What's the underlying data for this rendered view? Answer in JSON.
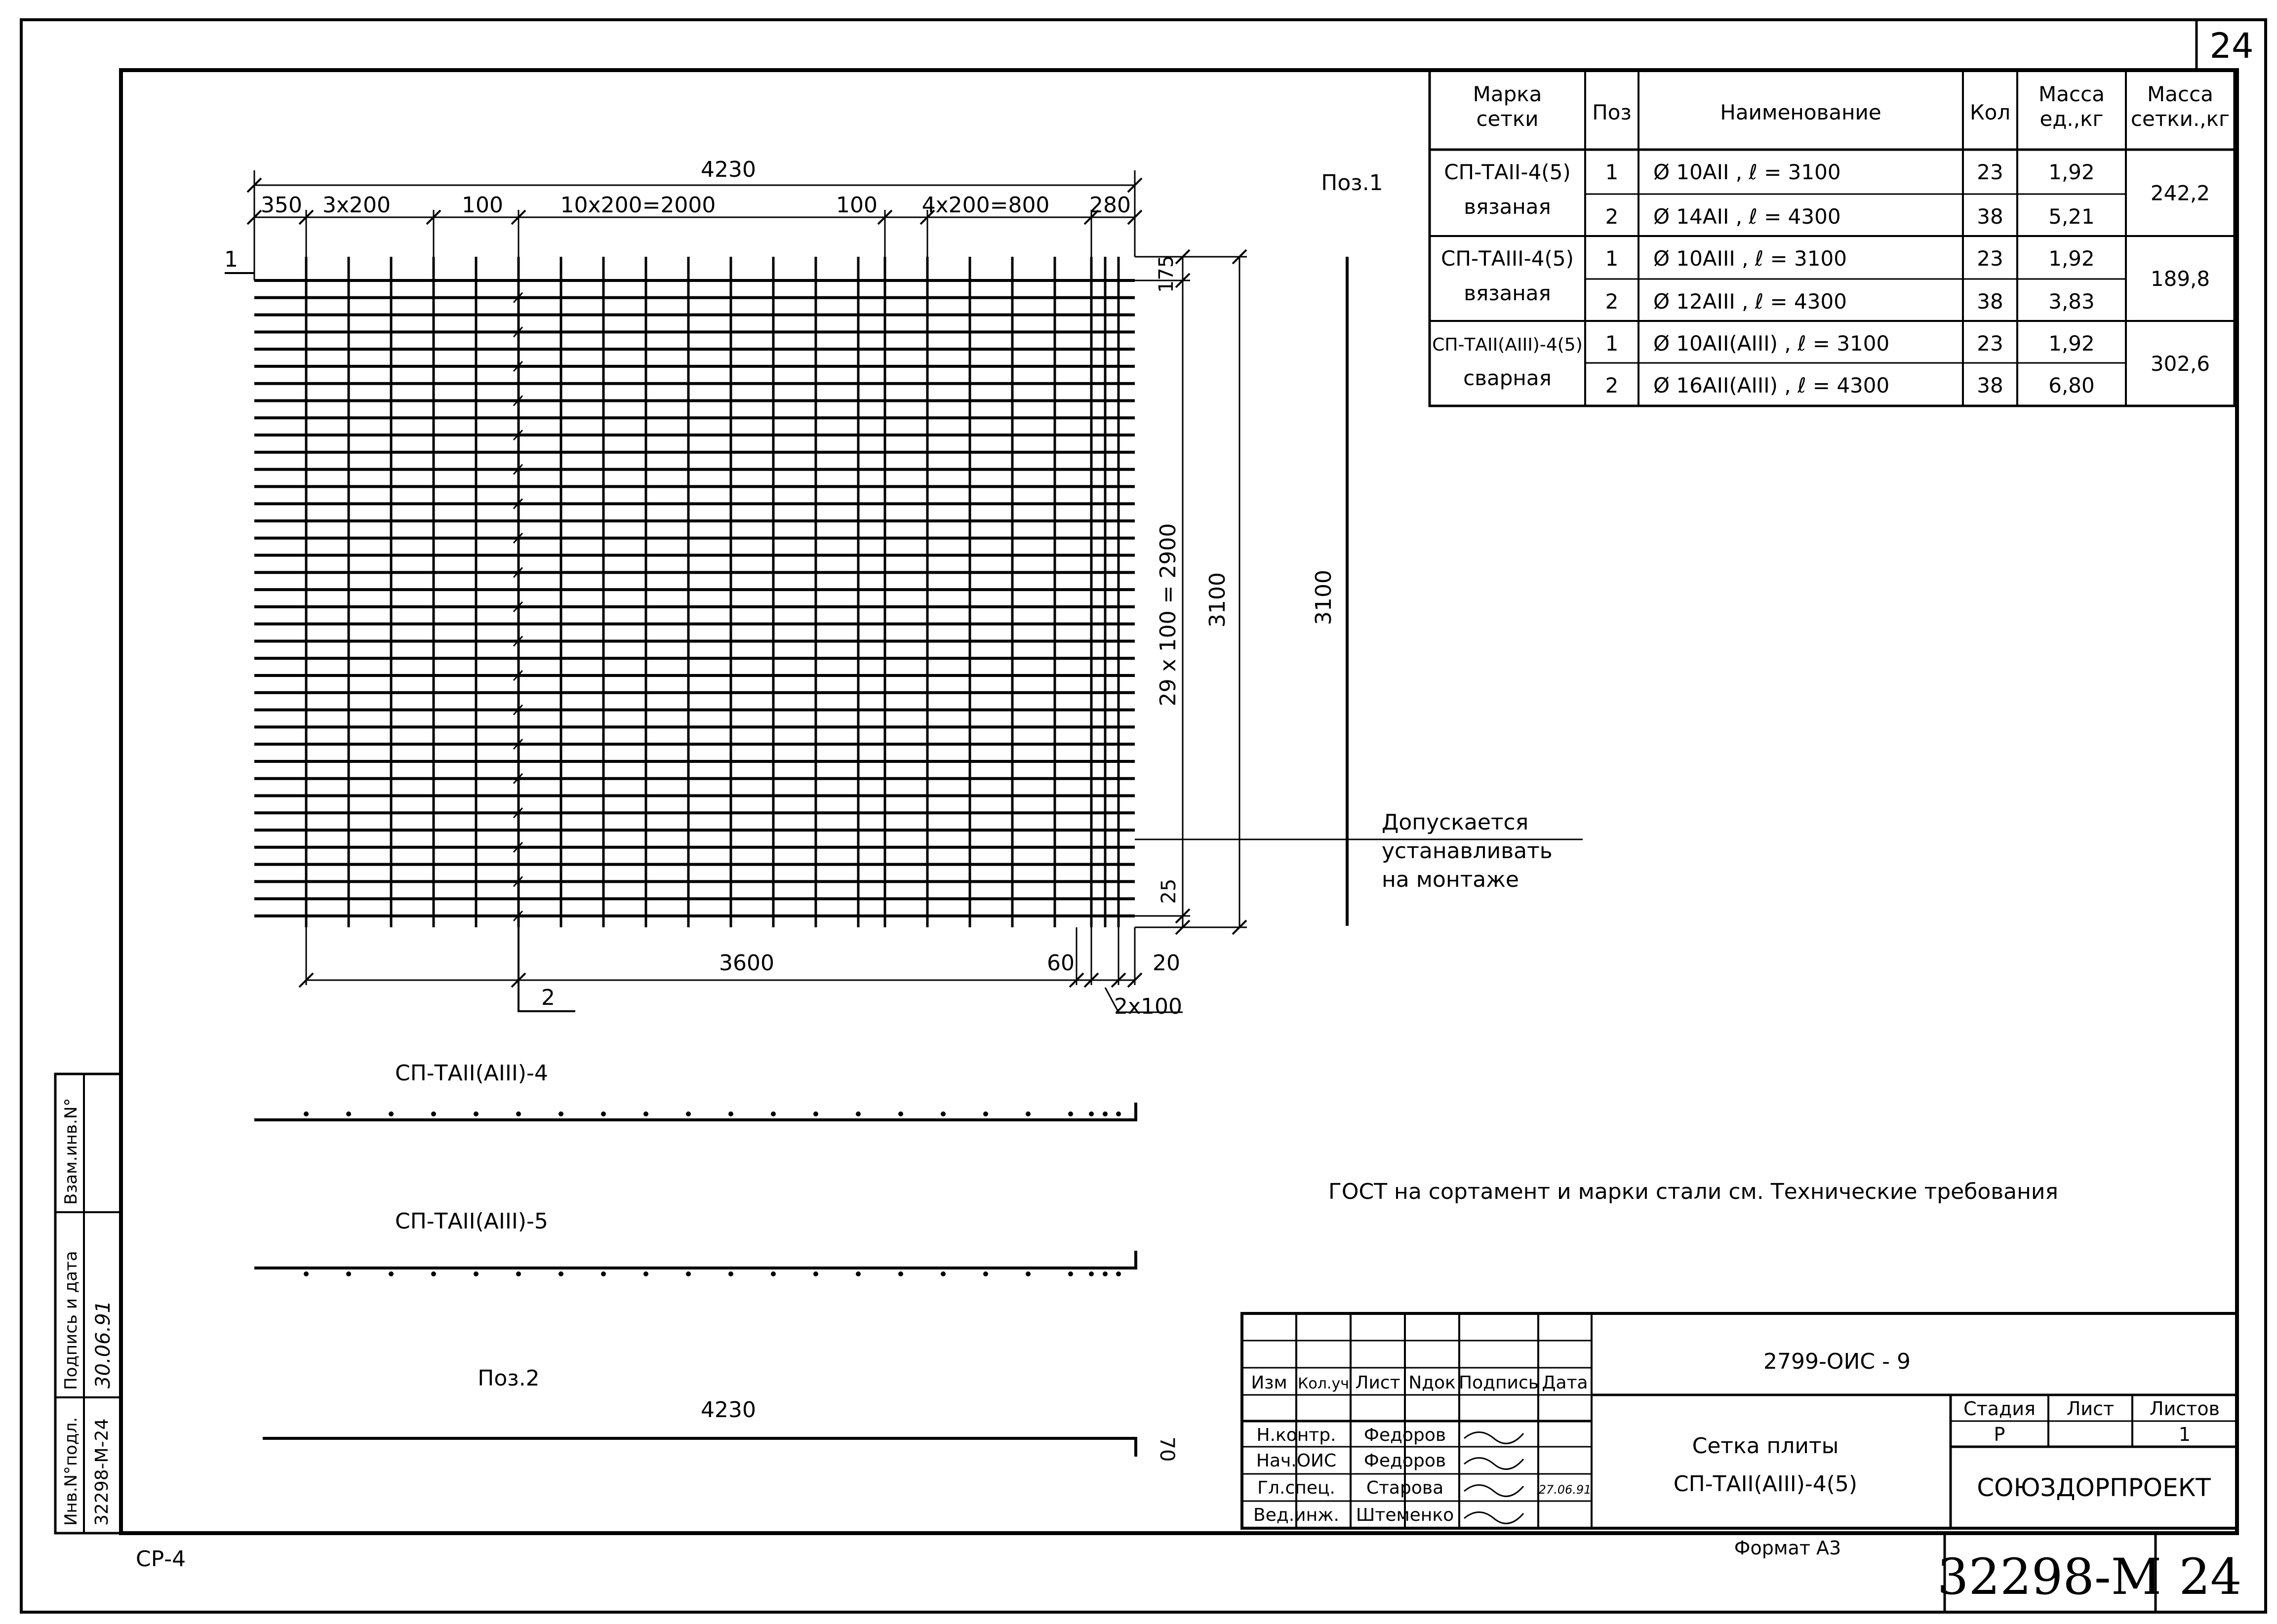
{
  "sheet": {
    "page_number": "24",
    "code_left": "СР-4",
    "format": "Формат А3",
    "bottom_code": "32298-М",
    "bottom_sheet": "24"
  },
  "side_stamp": {
    "inv_label": "Инв.N°подл.",
    "inv_value": "32298-М-24",
    "sign_label": "Подпись и дата",
    "sign_value": "30.06.91",
    "vzam_label": "Взам.инв.N°"
  },
  "spec_table": {
    "headers": [
      "Марка\nсетки",
      "Поз",
      "Наименование",
      "Кол",
      "Масса\nед.,кг",
      "Масса\nсетки.,кг"
    ],
    "groups": [
      {
        "mark": "СП-ТАII-4(5)",
        "type": "вязаная",
        "total": "242,2",
        "rows": [
          {
            "pos": "1",
            "name": "Ø 10АII  ,  ℓ = 3100",
            "qty": "23",
            "mass": "1,92"
          },
          {
            "pos": "2",
            "name": "Ø 14АII  ,  ℓ = 4300",
            "qty": "38",
            "mass": "5,21"
          }
        ]
      },
      {
        "mark": "СП-ТАIII-4(5)",
        "type": "вязаная",
        "total": "189,8",
        "rows": [
          {
            "pos": "1",
            "name": "Ø 10АIII  ,  ℓ = 3100",
            "qty": "23",
            "mass": "1,92"
          },
          {
            "pos": "2",
            "name": "Ø 12АIII  ,  ℓ = 4300",
            "qty": "38",
            "mass": "3,83"
          }
        ]
      },
      {
        "mark": "СП-ТАII(АIII)-4(5)",
        "type": "сварная",
        "total": "302,6",
        "rows": [
          {
            "pos": "1",
            "name": "Ø 10АII(АIII)  ,  ℓ = 3100",
            "qty": "23",
            "mass": "1,92"
          },
          {
            "pos": "2",
            "name": "Ø 16АII(АIII)  ,  ℓ = 4300",
            "qty": "38",
            "mass": "6,80"
          }
        ]
      }
    ]
  },
  "drawing": {
    "overall_width": "4230",
    "top_dims": [
      "350",
      "3x200",
      "100",
      "10x200=2000",
      "100",
      "4x200=800",
      "280"
    ],
    "bottom_dims": [
      "3600",
      "60",
      "20",
      "2x100"
    ],
    "right_dims": [
      "175",
      "29 x 100 = 2900",
      "3100",
      "25"
    ],
    "pos1_label": "1",
    "pos2_label": "2",
    "pos1_title": "Поз.1",
    "pos1_length": "3100",
    "note_lines": [
      "Допускается",
      "устанавливать",
      "на монтаже"
    ],
    "section4_title": "СП-ТАII(АIII)-4",
    "section5_title": "СП-ТАII(АIII)-5",
    "pos2_title": "Поз.2",
    "pos2_length": "4230",
    "pos2_hook": "70",
    "gost_note": "ГОСТ на сортамент и марки стали см. Технические требования"
  },
  "title_block": {
    "doc_code": "2799-ОИС  - 9",
    "col_headers": [
      "Изм",
      "Кол.уч",
      "Лист",
      "Nдок",
      "Подпись",
      "Дата"
    ],
    "staff": [
      {
        "role": "Н.контр.",
        "name": "Федоров",
        "date": ""
      },
      {
        "role": "Нач.ОИС",
        "name": "Федоров",
        "date": ""
      },
      {
        "role": "Гл.спец.",
        "name": "Старова",
        "date": "27.06.91"
      },
      {
        "role": "Вед.инж.",
        "name": "Штеменко",
        "date": ""
      }
    ],
    "title_line1": "Сетка плиты",
    "title_line2": "СП-ТАII(АIII)-4(5)",
    "stage_headers": [
      "Стадия",
      "Лист",
      "Листов"
    ],
    "stage": "Р",
    "sheet_no": "",
    "sheets_total": "1",
    "org": "СОЮЗДОРПРОЕКТ"
  }
}
